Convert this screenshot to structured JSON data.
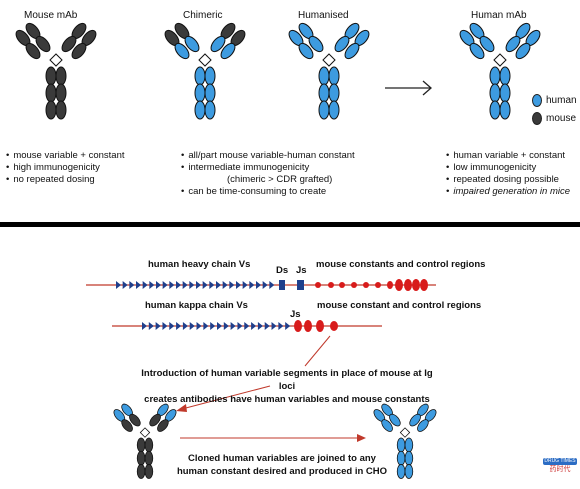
{
  "top": {
    "titles": {
      "mouse": "Mouse mAb",
      "chimeric": "Chimeric",
      "humanised": "Humanised",
      "human": "Human mAb"
    },
    "legend": {
      "human": "human",
      "mouse": "mouse",
      "human_color": "#3d9be0",
      "mouse_color": "#3a3a3a"
    },
    "mouse_bullets": [
      "mouse variable + constant",
      "high immunogenicity",
      "no repeated dosing"
    ],
    "chimeric_bullets": [
      "all/part mouse variable-human constant",
      "intermediate immunogenicity"
    ],
    "chimeric_sub": "(chimeric > CDR grafted)",
    "chimeric_last": "can be time-consuming to create",
    "human_bullets": [
      "human variable + constant",
      "low immunogenicity",
      "repeated dosing possible",
      "impaired generation in mice"
    ]
  },
  "bottom": {
    "heavy_label": "human heavy chain Vs",
    "ds_label": "Ds",
    "js_label": "Js",
    "heavy_right": "mouse constants and control regions",
    "kappa_label": "human kappa chain Vs",
    "kappa_js": "Js",
    "kappa_right": "mouse constant and control regions",
    "intro_line1": "Introduction of human variable segments in place of mouse at Ig loci",
    "intro_line2": "creates antibodies have human variables and mouse constants",
    "cloned_line1": "Cloned human variables are joined to any",
    "cloned_line2": "human constant desired and produced in CHO",
    "colors": {
      "gene_line": "#c0392b",
      "vsegment": "#1f3f8c",
      "constant": "#d81b1b"
    }
  },
  "watermark": {
    "top": "药时代",
    "bar": "DRUG TIMES"
  }
}
